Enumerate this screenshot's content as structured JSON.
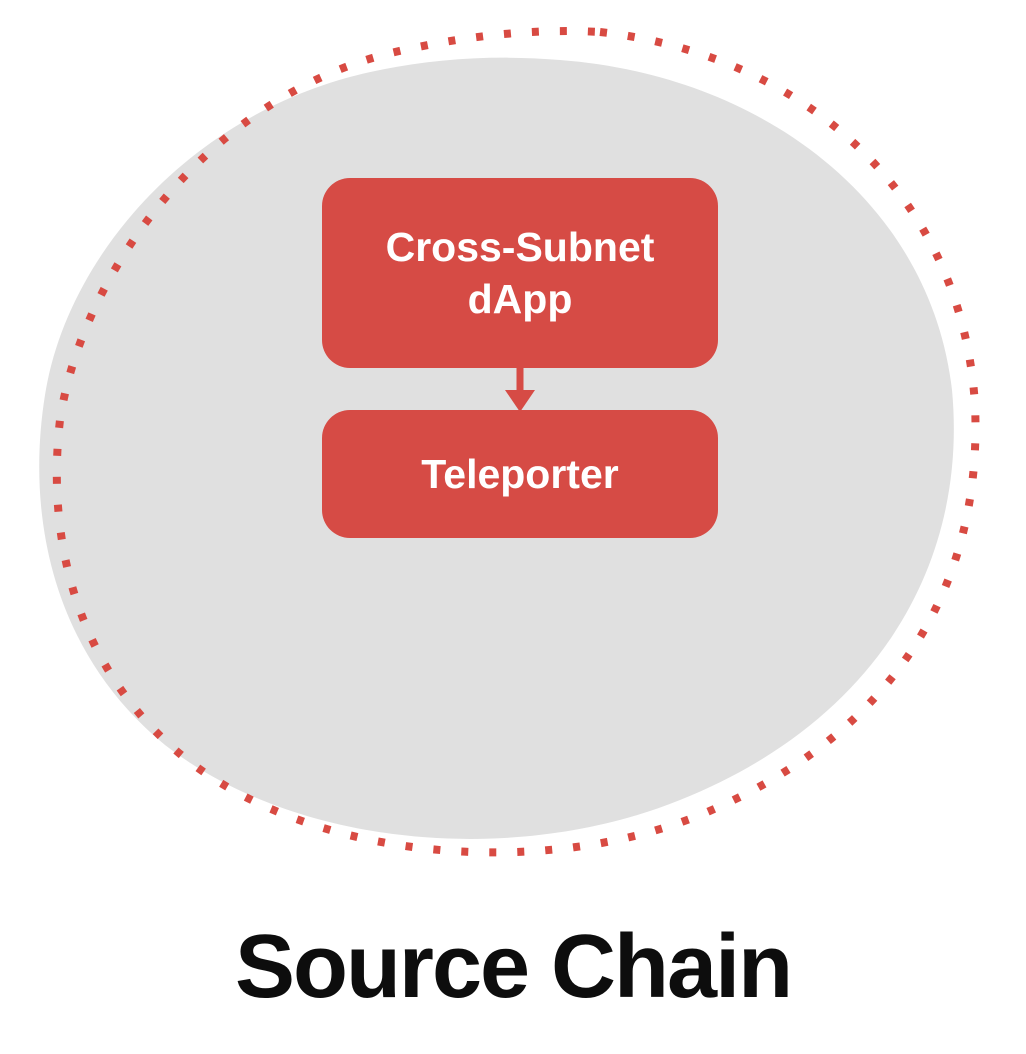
{
  "diagram": {
    "title": "Source Chain",
    "nodes": {
      "dapp": {
        "label": "Cross-Subnet dApp"
      },
      "teleporter": {
        "label": "Teleporter"
      }
    },
    "edges": [
      {
        "from": "dapp",
        "to": "teleporter",
        "direction": "down"
      }
    ],
    "icons": [
      {
        "name": "arrow-down-icon",
        "meaning": "message flow from dApp to Teleporter"
      }
    ],
    "colors": {
      "node_red": "#d64b45",
      "blob_gray": "#e0e0e0",
      "dotted_red": "#d84a42",
      "title_black": "#0d0d0d"
    }
  }
}
